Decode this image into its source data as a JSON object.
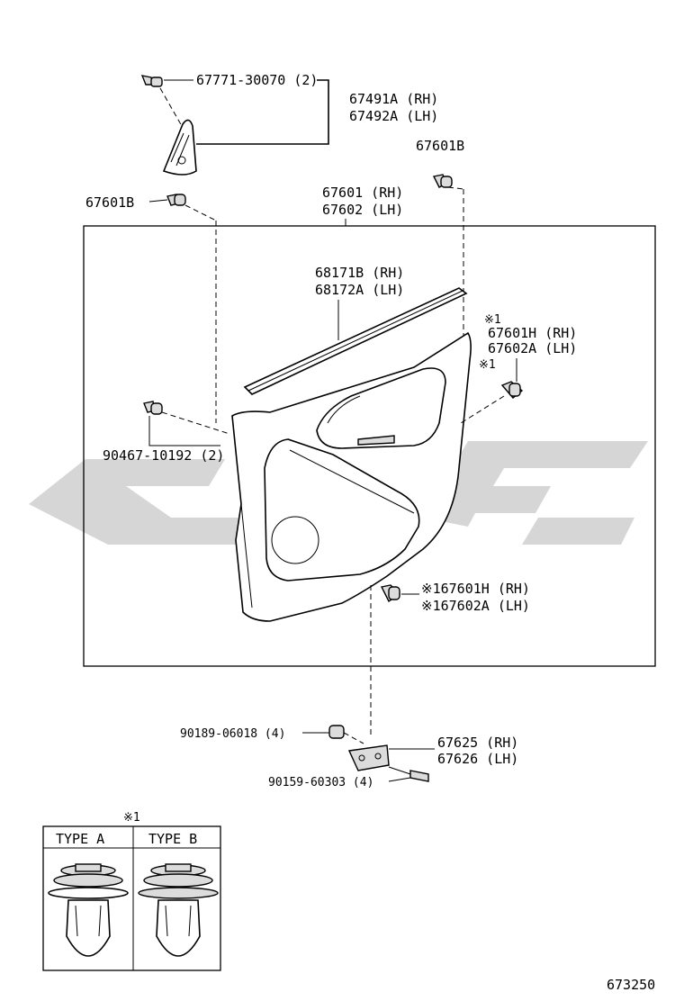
{
  "labels": {
    "bolt_top": "67771-30070 (2)",
    "pillar_rh": "67491A (RH)",
    "pillar_lh": "67492A (LH)",
    "clip_67601b_right": "67601B",
    "clip_67601b_left": "67601B",
    "panel_rh": "67601 (RH)",
    "panel_lh": "67602 (LH)",
    "weatherstrip_rh": "68171B (RH)",
    "weatherstrip_lh": "68172A (LH)",
    "mark_1a": "※1",
    "clip_h_rh": "67601H (RH)",
    "clip_h_lh": "67602A (LH)",
    "mark_1b": "※1",
    "screw_90467": "90467-10192 (2)",
    "clip_lower_rh": "※167601H (RH)",
    "clip_lower_lh": "※167602A (LH)",
    "nut_90189": "90189-06018 (4)",
    "bracket_rh": "67625 (RH)",
    "bracket_lh": "67626 (LH)",
    "screw_90159": "90159-60303 (4)",
    "legend_mark": "※1",
    "type_a": "TYPE  A",
    "type_b": "TYPE  B",
    "figure_number": "673250"
  }
}
